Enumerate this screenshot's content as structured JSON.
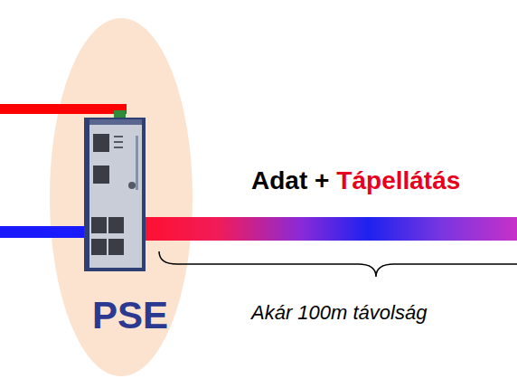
{
  "diagram": {
    "nodes": [
      {
        "text": [
          "PSE"
        ]
      }
    ],
    "labels": [
      "Adat +",
      "Tápellátás",
      "Akár 100m távolság"
    ]
  }
}
